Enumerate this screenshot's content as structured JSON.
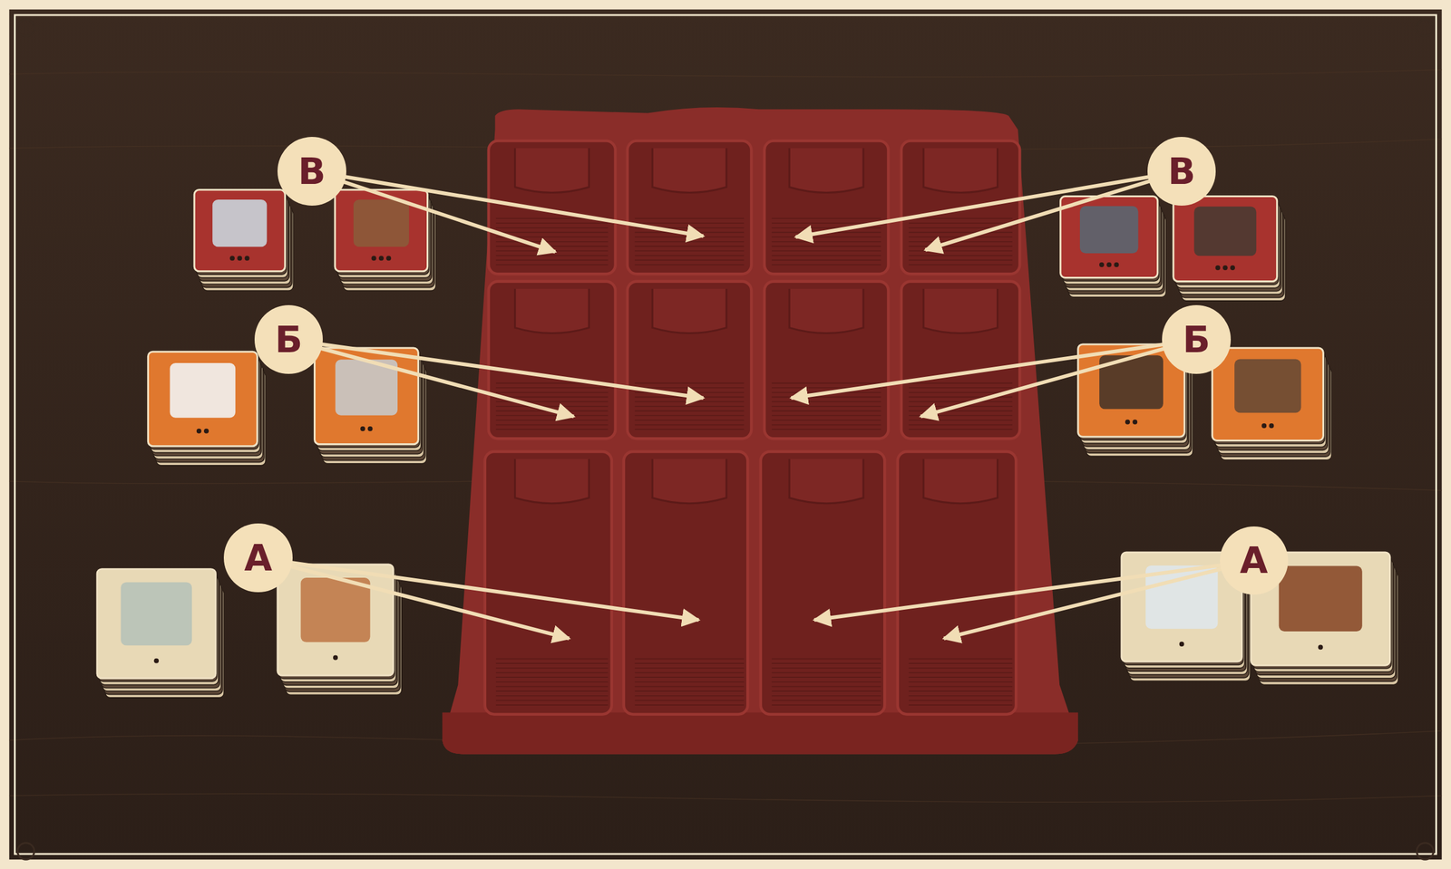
{
  "diagram": {
    "nodes": [
      {
        "text": [
          "В"
        ]
      },
      {
        "text": [
          "В"
        ]
      },
      {
        "text": [
          "Б"
        ]
      },
      {
        "text": [
          "Б"
        ]
      },
      {
        "text": [
          "А"
        ]
      },
      {
        "text": [
          "А"
        ]
      }
    ]
  }
}
